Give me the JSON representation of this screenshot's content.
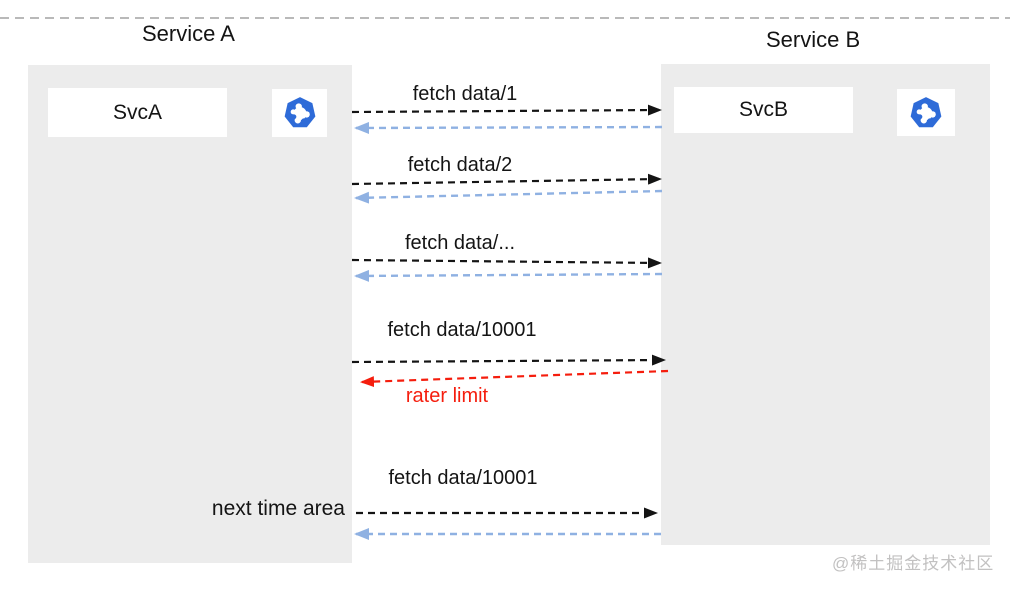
{
  "colors": {
    "panel": "#ececec",
    "arrow_black": "#141414",
    "arrow_blue": "#8fb1e2",
    "arrow_red": "#f51d0d",
    "k8s_blue": "#2e6bd8",
    "topline_gray": "#b9b9b9",
    "watermark_gray": "#c2c1c1",
    "text": "#141414"
  },
  "diagram": {
    "service_a": {
      "title": "Service A",
      "node_label": "SvcA",
      "icon": "kubernetes-icon"
    },
    "service_b": {
      "title": "Service B",
      "node_label": "SvcB",
      "icon": "kubernetes-icon"
    },
    "messages": [
      {
        "label": "fetch data/1",
        "direction": "a-to-b",
        "response": "ok"
      },
      {
        "label": "fetch data/2",
        "direction": "a-to-b",
        "response": "ok"
      },
      {
        "label": "fetch data/...",
        "direction": "a-to-b",
        "response": "ok"
      },
      {
        "label": "fetch data/10001",
        "direction": "a-to-b",
        "response": "rate-limited"
      },
      {
        "label": "fetch data/10001",
        "direction": "a-to-b",
        "response": "ok"
      }
    ],
    "rate_limit_label": "rater limit",
    "next_time_label": "next time area"
  },
  "watermark": "@稀土掘金技术社区"
}
